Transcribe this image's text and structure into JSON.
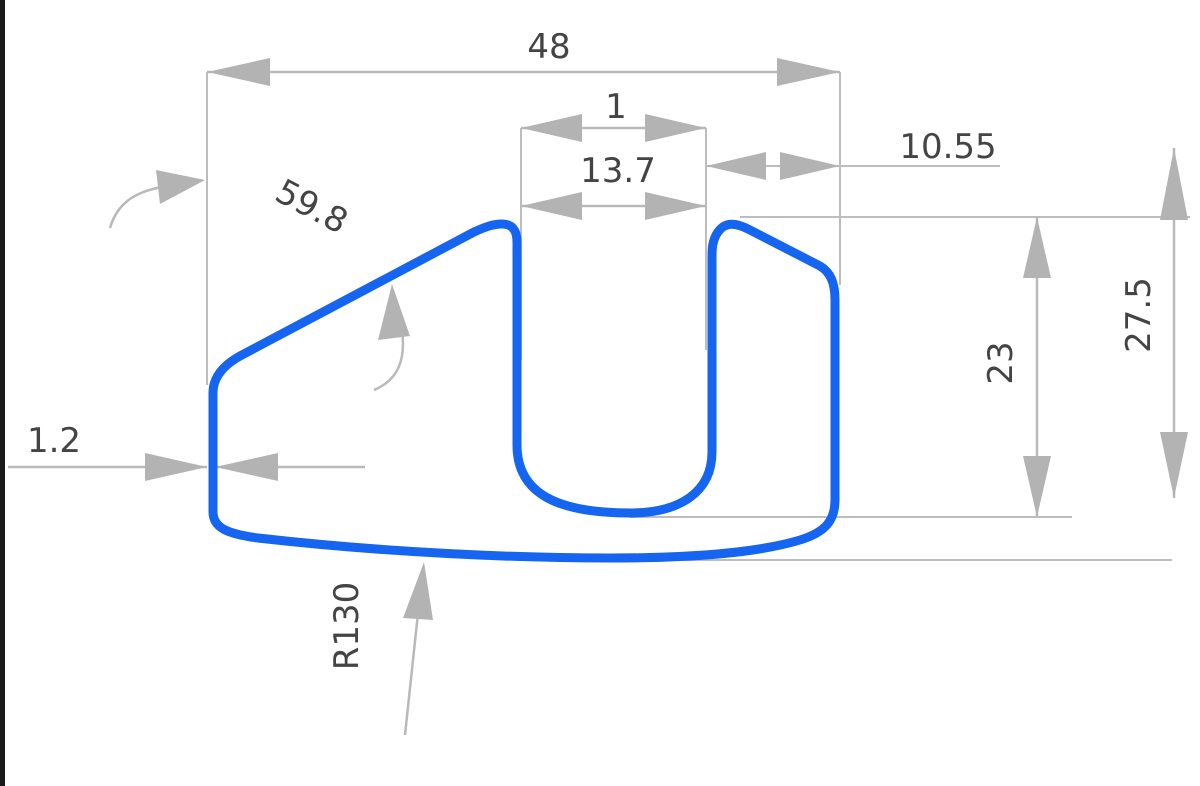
{
  "colors": {
    "profile": "#1565f0",
    "dimension": "#b3b3b3",
    "text": "#444444"
  },
  "dimensions": {
    "overall_width": "48",
    "slot_gap": "1",
    "slot_width": "13.7",
    "right_offset": "10.55",
    "slope_length": "59.8",
    "wall_thickness": "1.2",
    "slot_depth": "23",
    "overall_height": "27.5",
    "bottom_radius": "R130"
  }
}
